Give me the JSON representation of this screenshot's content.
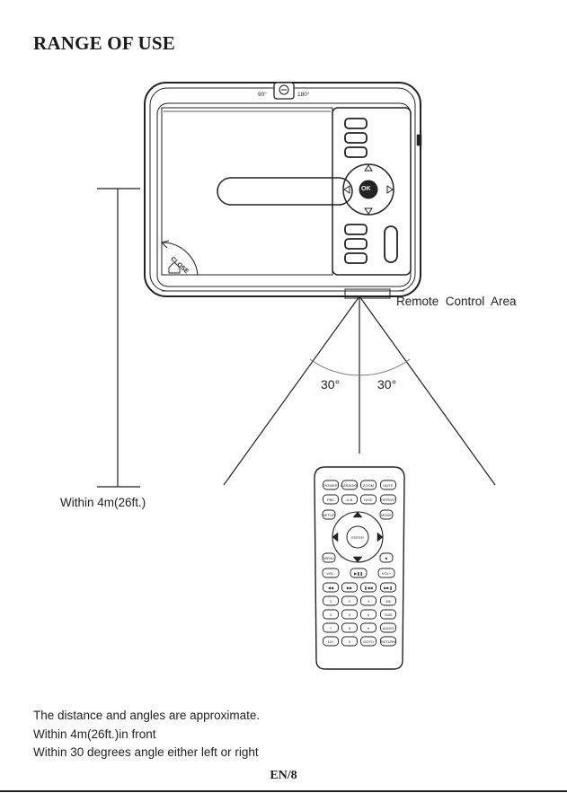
{
  "heading": "RANGE OF USE",
  "player": {
    "angle_marks": [
      "90°",
      "180°"
    ],
    "close_label": "CLOSE",
    "ok_label": "OK"
  },
  "remote_area_label": "Remote  Control  Area",
  "angles": {
    "left": "30°",
    "right": "30°"
  },
  "distance_label": "Within 4m(26ft.)",
  "remote": {
    "rows": [
      [
        "POWER",
        "KARAOKE",
        "ZOOM",
        "MUTE"
      ],
      [
        "PBC",
        "A-B",
        "DISC",
        "REPEAT"
      ],
      [
        "SETUP",
        "MODE"
      ],
      [
        "MENU",
        "ENTER",
        "■"
      ],
      [
        "VOL-",
        "▶❚❚",
        "VOL+"
      ],
      [
        "◀◀",
        "▶▶",
        "❚◀◀",
        "▶▶❚"
      ],
      [
        "1",
        "2",
        "3",
        "4/6"
      ],
      [
        "4",
        "5",
        "6",
        "SUB"
      ],
      [
        "7",
        "8",
        "9",
        "AUDIO"
      ],
      [
        "10+",
        "0",
        "GOTO",
        "RETURN"
      ]
    ]
  },
  "notes": [
    "The distance and angles are approximate.",
    "Within 4m(26ft.)in front",
    "Within 30 degrees angle either left or right"
  ],
  "page_number": "EN/8"
}
